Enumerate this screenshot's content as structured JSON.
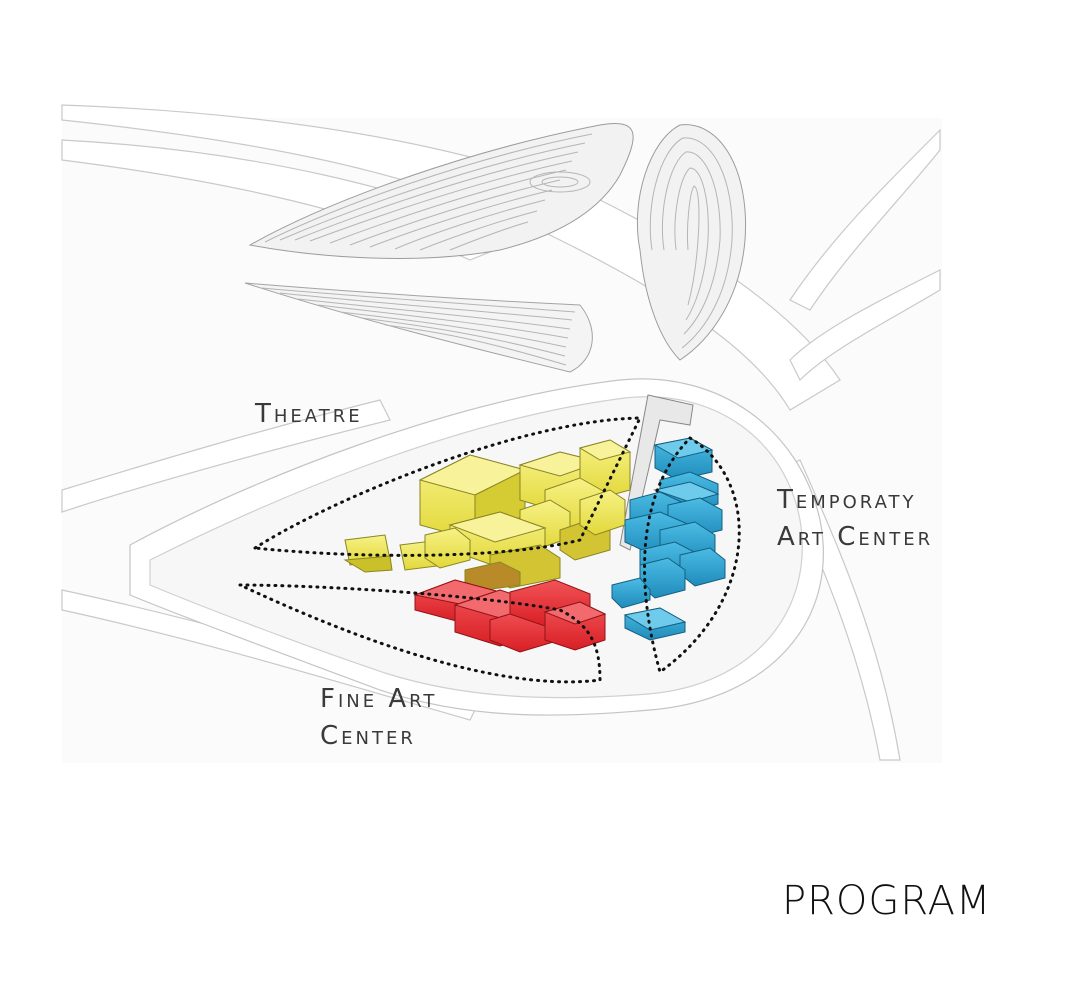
{
  "labels": {
    "theatre": "Theatre",
    "temporary_line1": "Temporaty",
    "temporary_line2": "Art Center",
    "fine_line1": "Fine Art",
    "fine_line2": "Center"
  },
  "title": "PROGRAM",
  "zone_colors": {
    "theatre": "#f2ea5c",
    "fine_art": "#ee2e33",
    "temporary_art": "#2aa3d0"
  }
}
